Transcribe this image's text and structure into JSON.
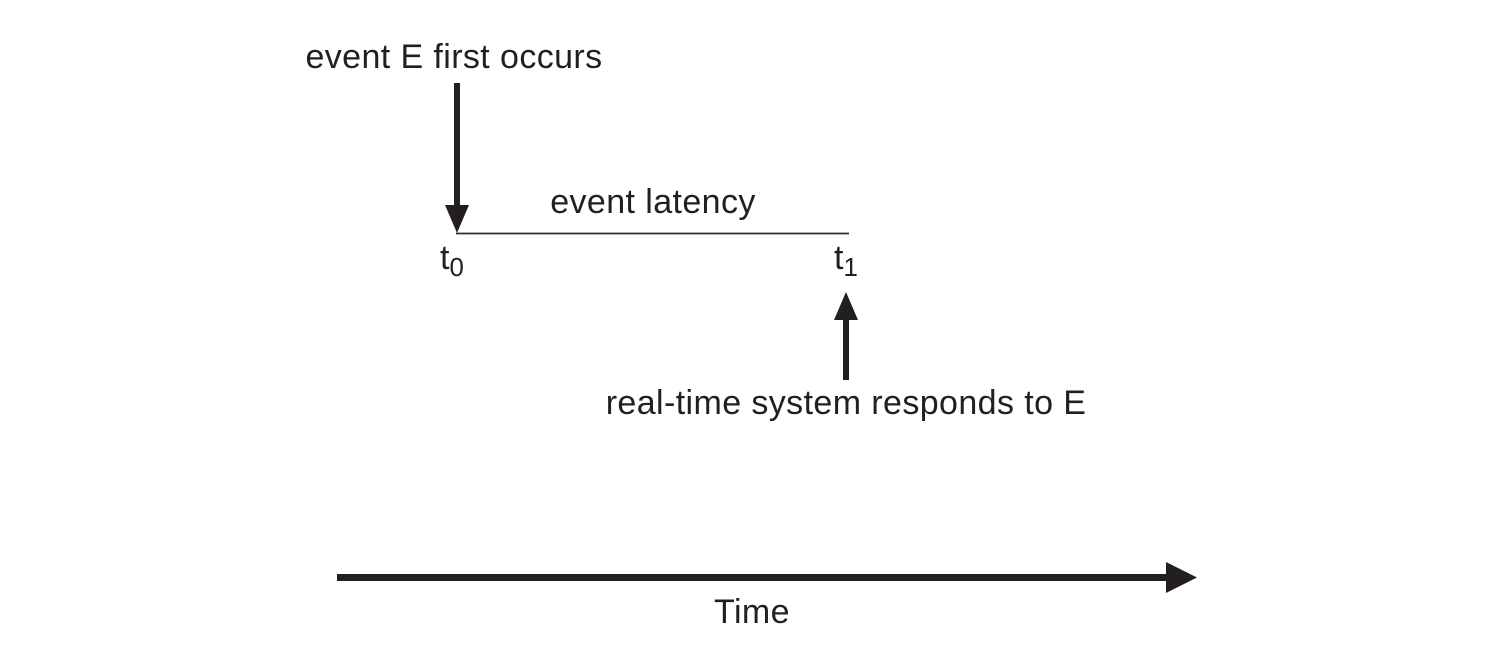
{
  "figure": {
    "background_color": "#ffffff",
    "ink_color": "#231f20",
    "labels": {
      "event_occurs": "event E first occurs",
      "event_latency": "event latency",
      "response": "real-time system responds to E",
      "time_axis": "Time",
      "t0": {
        "base": "t",
        "sub": "0"
      },
      "t1": {
        "base": "t",
        "sub": "1"
      }
    }
  }
}
